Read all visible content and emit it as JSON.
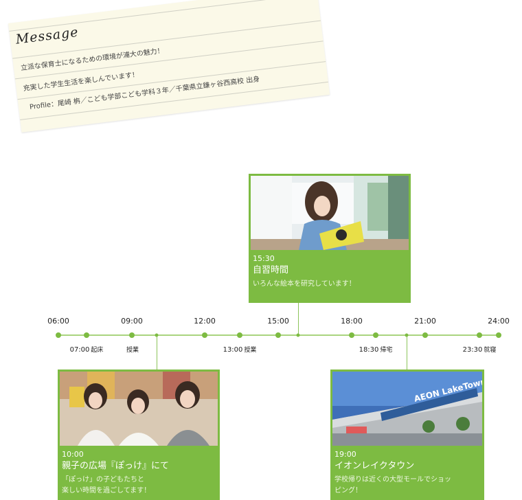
{
  "message": {
    "title": "Message",
    "line1": "立派な保育士になるための環境が浦大の魅力！",
    "line2": "充実した学生生活を楽しんでいます！",
    "line3": "Profile：尾崎 栴／こども学部こども学科３年／千葉県立鎌ヶ谷西高校 出身"
  },
  "timeline": {
    "hours": [
      "06:00",
      "09:00",
      "12:00",
      "15:00",
      "18:00",
      "21:00",
      "24:00"
    ],
    "events_below": [
      {
        "time": "07:00",
        "label": "起床"
      },
      {
        "time": "",
        "label": "授業"
      },
      {
        "time": "13:00",
        "label": "授業"
      },
      {
        "time": "18:30",
        "label": "帰宅"
      },
      {
        "time": "23:30",
        "label": "就寝"
      }
    ]
  },
  "cards": {
    "study": {
      "time": "15:30",
      "title": "自習時間",
      "desc": "いろんな絵本を研究しています！"
    },
    "plaza": {
      "time": "10:00",
      "title": "親子の広場『ぽっけ』にて",
      "desc1": "「ぽっけ」の子どもたちと",
      "desc2": "楽しい時間を過ごしてます！"
    },
    "aeon": {
      "time": "19:00",
      "title": "イオンレイクタウン",
      "desc1": "学校帰りは近くの大型モールでショッ",
      "desc2": "ピング！",
      "sign": "AEON LakeTown"
    }
  }
}
